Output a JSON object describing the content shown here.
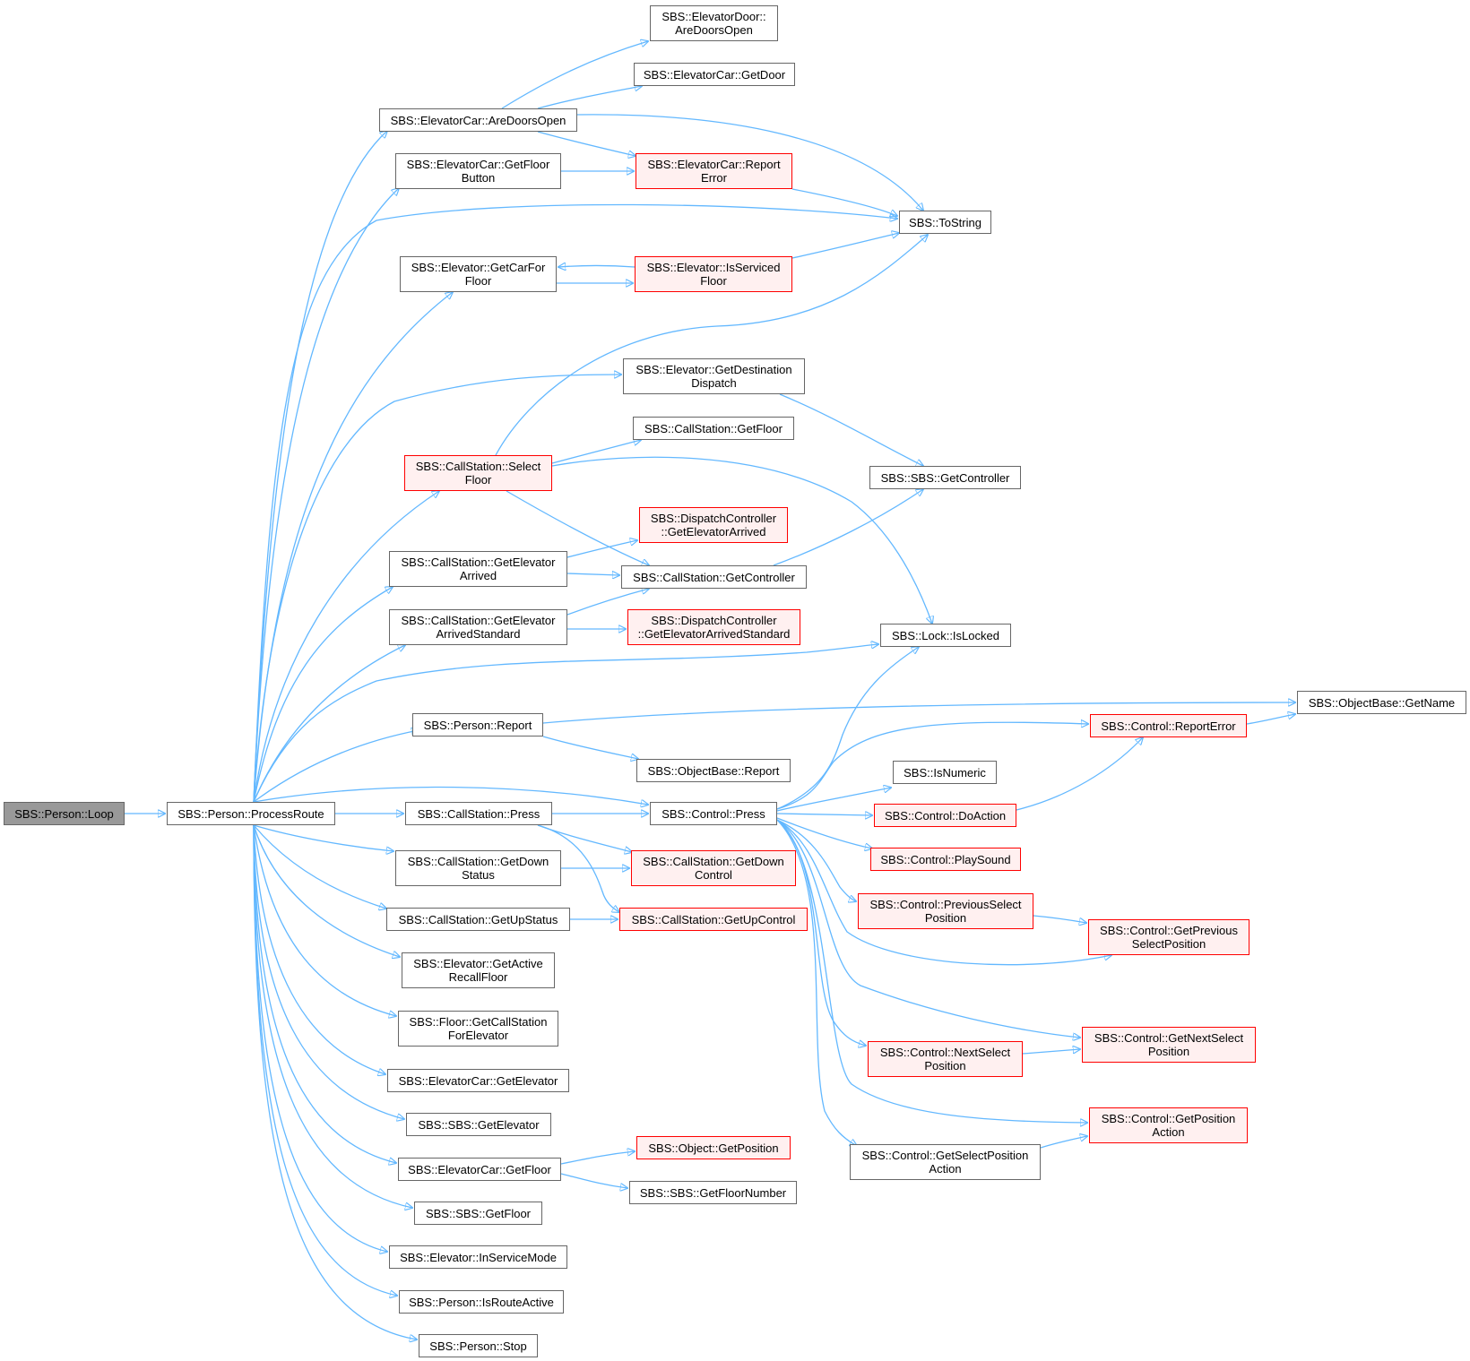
{
  "colors": {
    "edge": "#63b8ff",
    "border": "#666666",
    "red_border": "#ff0000",
    "red_fill": "#fff0f0",
    "root_fill": "#999999"
  },
  "nodes": {
    "n_loop": {
      "label": "SBS::Person::Loop",
      "style": "root"
    },
    "n_processroute": {
      "label": "SBS::Person::ProcessRoute",
      "style": "normal"
    },
    "n_doorsopen_car": {
      "label": "SBS::ElevatorCar::AreDoorsOpen",
      "style": "normal"
    },
    "n_floorbutton": {
      "label": "SBS::ElevatorCar::GetFloor\nButton",
      "style": "normal"
    },
    "n_getcarforfloor": {
      "label": "SBS::Elevator::GetCarFor\nFloor",
      "style": "normal"
    },
    "n_getdestdispatch": {
      "label": "SBS::Elevator::GetDestination\nDispatch",
      "style": "normal"
    },
    "n_selectfloor": {
      "label": "SBS::CallStation::Select\nFloor",
      "style": "red"
    },
    "n_cs_getelevarrived": {
      "label": "SBS::CallStation::GetElevator\nArrived",
      "style": "normal"
    },
    "n_cs_getelevarrivedstd": {
      "label": "SBS::CallStation::GetElevator\nArrivedStandard",
      "style": "normal"
    },
    "n_person_report": {
      "label": "SBS::Person::Report",
      "style": "normal"
    },
    "n_cs_press": {
      "label": "SBS::CallStation::Press",
      "style": "normal"
    },
    "n_cs_getdownstatus": {
      "label": "SBS::CallStation::GetDown\nStatus",
      "style": "normal"
    },
    "n_cs_getupstatus": {
      "label": "SBS::CallStation::GetUpStatus",
      "style": "normal"
    },
    "n_getactiverecall": {
      "label": "SBS::Elevator::GetActive\nRecallFloor",
      "style": "normal"
    },
    "n_getcallstation": {
      "label": "SBS::Floor::GetCallStation\nForElevator",
      "style": "normal"
    },
    "n_car_getelevator": {
      "label": "SBS::ElevatorCar::GetElevator",
      "style": "normal"
    },
    "n_sbs_getelevator": {
      "label": "SBS::SBS::GetElevator",
      "style": "normal"
    },
    "n_car_getfloor": {
      "label": "SBS::ElevatorCar::GetFloor",
      "style": "normal"
    },
    "n_sbs_getfloor": {
      "label": "SBS::SBS::GetFloor",
      "style": "normal"
    },
    "n_inservicemode": {
      "label": "SBS::Elevator::InServiceMode",
      "style": "normal"
    },
    "n_isrouteactive": {
      "label": "SBS::Person::IsRouteActive",
      "style": "normal"
    },
    "n_stop": {
      "label": "SBS::Person::Stop",
      "style": "normal"
    },
    "n_door_aredoorsopen": {
      "label": "SBS::ElevatorDoor::\nAreDoorsOpen",
      "style": "normal"
    },
    "n_getdoor": {
      "label": "SBS::ElevatorCar::GetDoor",
      "style": "normal"
    },
    "n_car_reporterror": {
      "label": "SBS::ElevatorCar::Report\nError",
      "style": "red"
    },
    "n_isservicedfloor": {
      "label": "SBS::Elevator::IsServiced\nFloor",
      "style": "red"
    },
    "n_cs_getfloor": {
      "label": "SBS::CallStation::GetFloor",
      "style": "normal"
    },
    "n_dc_getelevarrived": {
      "label": "SBS::DispatchController\n::GetElevatorArrived",
      "style": "red"
    },
    "n_cs_getcontroller": {
      "label": "SBS::CallStation::GetController",
      "style": "normal"
    },
    "n_dc_getelevarrivedstd": {
      "label": "SBS::DispatchController\n::GetElevatorArrivedStandard",
      "style": "red"
    },
    "n_ob_report": {
      "label": "SBS::ObjectBase::Report",
      "style": "normal"
    },
    "n_control_press": {
      "label": "SBS::Control::Press",
      "style": "normal"
    },
    "n_cs_getdowncontrol": {
      "label": "SBS::CallStation::GetDown\nControl",
      "style": "red"
    },
    "n_cs_getupcontrol": {
      "label": "SBS::CallStation::GetUpControl",
      "style": "red"
    },
    "n_obj_getposition": {
      "label": "SBS::Object::GetPosition",
      "style": "red"
    },
    "n_getfloornumber": {
      "label": "SBS::SBS::GetFloorNumber",
      "style": "normal"
    },
    "n_tostring": {
      "label": "SBS::ToString",
      "style": "normal"
    },
    "n_sbs_getcontroller": {
      "label": "SBS::SBS::GetController",
      "style": "normal"
    },
    "n_lock_islocked": {
      "label": "SBS::Lock::IsLocked",
      "style": "normal"
    },
    "n_isnumeric": {
      "label": "SBS::IsNumeric",
      "style": "normal"
    },
    "n_control_reporterror": {
      "label": "SBS::Control::ReportError",
      "style": "red"
    },
    "n_doaction": {
      "label": "SBS::Control::DoAction",
      "style": "red"
    },
    "n_playsound": {
      "label": "SBS::Control::PlaySound",
      "style": "red"
    },
    "n_prevselectpos": {
      "label": "SBS::Control::PreviousSelect\nPosition",
      "style": "red"
    },
    "n_nextselectpos": {
      "label": "SBS::Control::NextSelect\nPosition",
      "style": "red"
    },
    "n_getselectposaction": {
      "label": "SBS::Control::GetSelectPosition\nAction",
      "style": "normal"
    },
    "n_ob_getname": {
      "label": "SBS::ObjectBase::GetName",
      "style": "normal"
    },
    "n_getprevselectpos": {
      "label": "SBS::Control::GetPrevious\nSelectPosition",
      "style": "red"
    },
    "n_getnextselectpos": {
      "label": "SBS::Control::GetNextSelect\nPosition",
      "style": "red"
    },
    "n_getposaction": {
      "label": "SBS::Control::GetPosition\nAction",
      "style": "red"
    }
  }
}
